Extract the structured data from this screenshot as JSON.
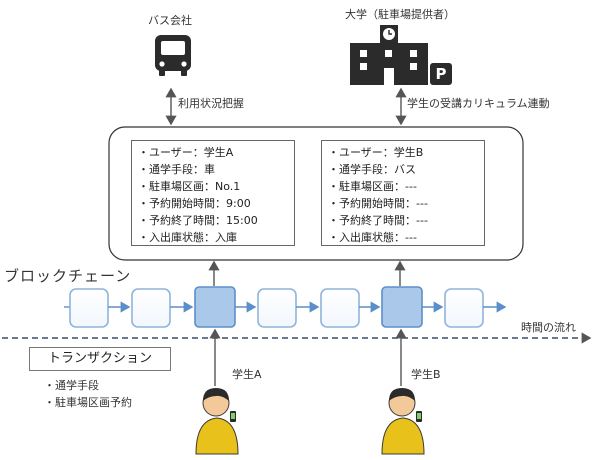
{
  "bus_company": {
    "label": "バス会社",
    "icon": "bus-icon"
  },
  "university": {
    "label": "大学（駐車場提供者）",
    "icon": "building-parking-icon",
    "parking_sign": "P"
  },
  "links": {
    "bus": "利用状況把握",
    "university": "学生の受講カリキュラム連動"
  },
  "records": [
    {
      "lines": [
        "・ユーザー：学生A",
        "・通学手段：車",
        "・駐車場区画：No.1",
        "・予約開始時間：9:00",
        "・予約終了時間：15:00",
        "・入出庫状態：入庫"
      ]
    },
    {
      "lines": [
        "・ユーザー：学生B",
        "・通学手段：バス",
        "・駐車場区画：---",
        "・予約開始時間：---",
        "・予約終了時間：---",
        "・入出庫状態：---"
      ]
    }
  ],
  "blockchain": {
    "title": "ブロックチェーン",
    "time_label": "時間の流れ"
  },
  "transaction": {
    "label": "トランザクション",
    "items": [
      "・通学手段",
      "・駐車場区画予約"
    ]
  },
  "students": [
    {
      "label": "学生A",
      "icon": "student-phone-icon"
    },
    {
      "label": "学生B",
      "icon": "student-phone-icon"
    }
  ],
  "colors": {
    "block_fill": "#a9c8ea",
    "block_border": "#5b8fc9",
    "block_empty_border": "#8fb4dc",
    "person_body": "#e8c21a",
    "dark": "#2b2b2b"
  }
}
